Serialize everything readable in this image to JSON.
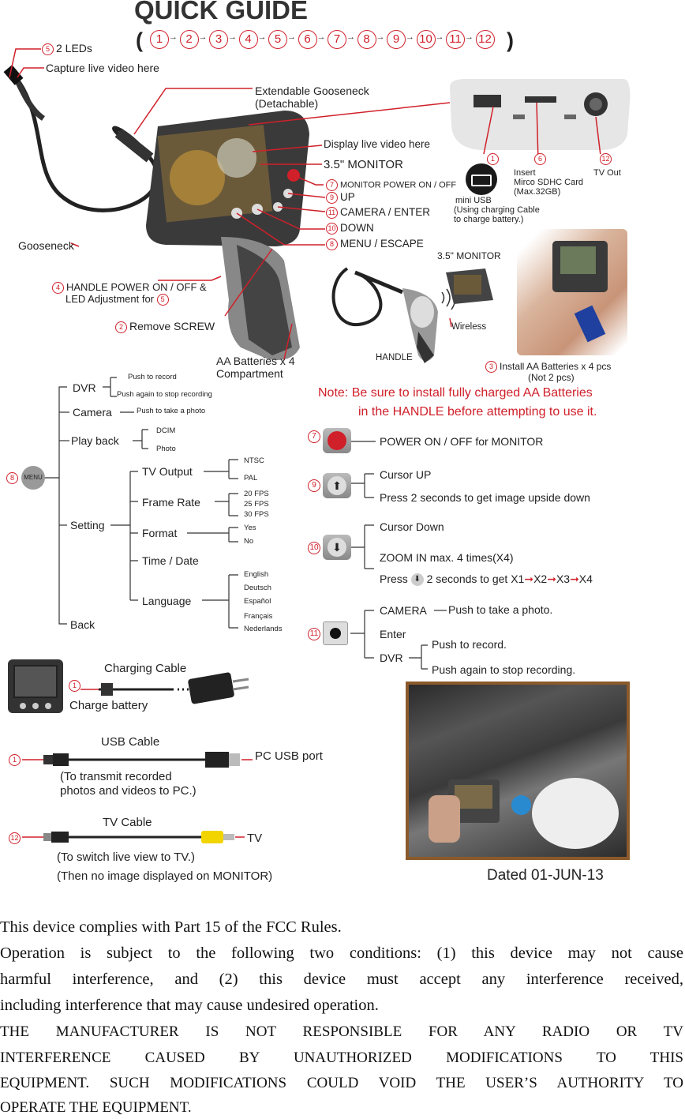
{
  "title": "QUICK GUIDE",
  "sequence": [
    "1",
    "2",
    "3",
    "4",
    "5",
    "6",
    "7",
    "8",
    "9",
    "10",
    "11",
    "12"
  ],
  "callouts": {
    "leds": {
      "num": "5",
      "text": "2 LEDs"
    },
    "capture": "Capture live video here",
    "gooseneck_ext": [
      "Extendable Gooseneck",
      "(Detachable)"
    ],
    "display": "Display live video here",
    "monitor": "3.5\" MONITOR",
    "power": {
      "num": "7",
      "text": "MONITOR POWER ON / OFF"
    },
    "up": {
      "num": "9",
      "text": "UP"
    },
    "camera": {
      "num": "11",
      "text": "CAMERA / ENTER"
    },
    "down": {
      "num": "10",
      "text": "DOWN"
    },
    "menu": {
      "num": "8",
      "text": "MENU / ESCAPE"
    },
    "gooseneck": "Gooseneck",
    "handle_power": {
      "num": "4",
      "line1": "HANDLE POWER ON / OFF &",
      "line2": "LED Adjustment for",
      "num2": "5"
    },
    "screw": {
      "num": "2",
      "text": "Remove SCREW"
    },
    "batteries": [
      "AA Batteries x 4",
      "Compartment"
    ],
    "usb": {
      "num": "1",
      "lines": [
        "mini  USB",
        "(Using charging Cable",
        "to charge battery.)"
      ]
    },
    "sd": {
      "num": "6",
      "lines": [
        "Insert",
        "Mirco SDHC Card",
        "(Max.32GB)"
      ]
    },
    "tvout": {
      "num": "12",
      "text": "TV Out"
    },
    "monitor2": "3.5\" MONITOR",
    "wireless": "Wireless",
    "handle": "HANDLE",
    "install": {
      "num": "3",
      "line1": "Install AA Batteries x 4 pcs",
      "line2": "(Not 2 pcs)"
    }
  },
  "menu_tree": {
    "menu_num": "8",
    "menu_label": "MENU",
    "dvr": {
      "label": "DVR",
      "items": [
        "Push to record",
        "Push again to stop recording"
      ]
    },
    "camera": {
      "label": "Camera",
      "item": "Push to take a photo"
    },
    "playback": {
      "label": "Play  back",
      "items": [
        "DCIM",
        "Photo"
      ]
    },
    "setting": "Setting",
    "tvoutput": {
      "label": "TV Output",
      "items": [
        "NTSC",
        "PAL"
      ]
    },
    "framerate": {
      "label": "Frame  Rate",
      "items": [
        "20 FPS",
        "25 FPS",
        "30 FPS"
      ]
    },
    "format": {
      "label": "Format",
      "items": [
        "Yes",
        "No"
      ]
    },
    "timedate": "Time / Date",
    "language": {
      "label": "Language",
      "items": [
        "English",
        "Deutsch",
        "Español",
        "Français",
        "Nederlands"
      ]
    },
    "back": "Back"
  },
  "note": [
    "Note: Be sure to install fully charged AA Batteries",
    "in the HANDLE before attempting to use it."
  ],
  "buttons": {
    "power": {
      "num": "7",
      "text": "POWER ON / OFF for MONITOR"
    },
    "up": {
      "num": "9",
      "lines": [
        "Cursor UP",
        "Press 2 seconds to get image upside down"
      ]
    },
    "down": {
      "num": "10",
      "lines": [
        "Cursor Down",
        "ZOOM IN max. 4 times(X4)"
      ],
      "press": "Press",
      "press2": "2 seconds to get X1",
      "zoom": [
        "X2",
        "X3",
        "X4"
      ]
    },
    "camera": {
      "num": "11",
      "camera": "CAMERA",
      "camera_desc": "Push to take a photo.",
      "enter": "Enter",
      "dvr": "DVR",
      "dvr_items": [
        "Push to record.",
        "Push again to stop recording."
      ]
    }
  },
  "cables": {
    "charging": {
      "title": "Charging Cable",
      "num": "1",
      "text": "Charge battery"
    },
    "usb": {
      "title": "USB Cable",
      "num": "1",
      "port": "PC USB port",
      "desc": [
        "(To  transmit recorded",
        "photos and videos to PC.)"
      ]
    },
    "tv": {
      "title": "TV Cable",
      "num": "12",
      "port": "TV",
      "desc": [
        "(To switch live view to TV.)",
        "(Then no image displayed on MONITOR)"
      ]
    }
  },
  "dated": "Dated 01-JUN-13",
  "footer": {
    "p1": "This device complies with Part 15 of the FCC Rules.",
    "p2_lines": [
      "Operation  is  subject  to  the  following  two  conditions:  (1)  this  device  may  not  cause",
      "harmful   interference,   and   (2)   this   device   must   accept   any   interference   received,",
      "including interference that may cause undesired operation."
    ],
    "p3_lines": [
      "THE   MANUFACTURER   IS   NOT   RESPONSIBLE   FOR   ANY   RADIO   OR   TV",
      "INTERFERENCE   CAUSED   BY   UNAUTHORIZED   MODIFICATIONS   TO   THIS",
      "EQUIPMENT. SUCH MODIFICATIONS COULD VOID THE USER’S AUTHORITY TO",
      "OPERATE THE EQUIPMENT."
    ]
  },
  "colors": {
    "accent": "#d0202a",
    "text": "#222222",
    "frame": "#8a5a2b"
  }
}
